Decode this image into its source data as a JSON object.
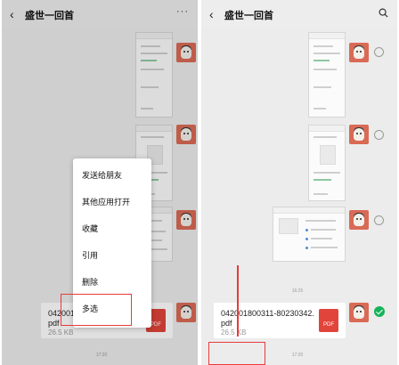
{
  "left": {
    "nav": {
      "back_icon": "chevron-left-icon",
      "title": "盛世一回首",
      "more": "···"
    },
    "menu": {
      "items": [
        "发送给朋友",
        "其他应用打开",
        "收藏",
        "引用",
        "删除",
        "多选"
      ]
    },
    "file": {
      "name": "042001",
      "ext": "pdf",
      "size": "26.5 KB",
      "icon_text": "PDF"
    },
    "time": "17:20"
  },
  "right": {
    "nav": {
      "back_icon": "chevron-left-icon",
      "title": "盛世一回首",
      "search_icon": "search-icon"
    },
    "file": {
      "name": "042001800311-80230342.",
      "ext": "pdf",
      "size": "26.5 KB",
      "icon_text": "PDF"
    },
    "time_middle": "16:25",
    "time_bottom": "17:20"
  },
  "colors": {
    "highlight": "#e83b3b",
    "check": "#16b35a",
    "pdf": "#e0443a"
  }
}
